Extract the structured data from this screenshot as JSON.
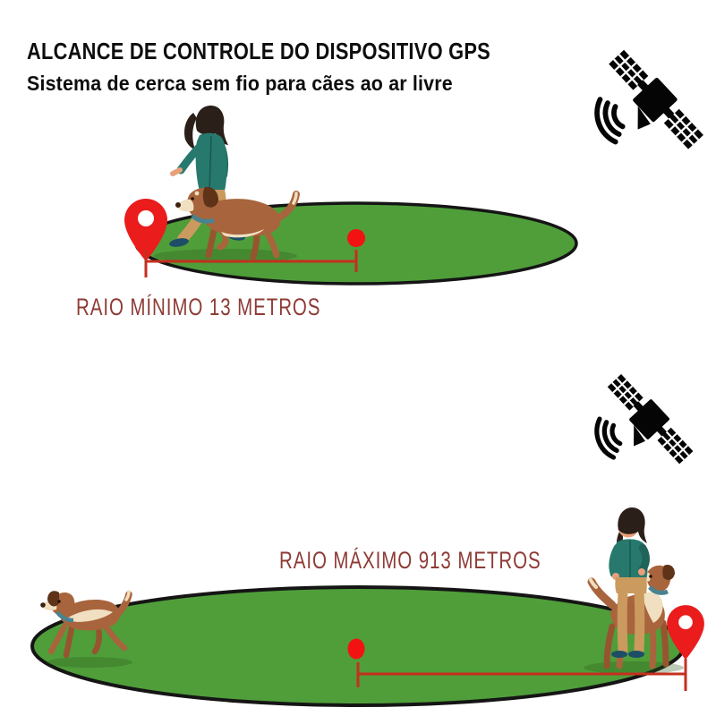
{
  "header": {
    "title": "ALCANCE DE CONTROLE DO DISPOSITIVO GPS",
    "subtitle": "Sistema de cerca sem fio para cães ao ar livre"
  },
  "scenes": {
    "min": {
      "range_label": "RAIO MÍNIMO 13 METROS",
      "icons": [
        "satellite-icon",
        "location-pin-icon",
        "range-center-dot",
        "radius-measure-line"
      ],
      "illustrations": [
        "woman-walking-illustration",
        "dog-walking-illustration",
        "gps-fence-field"
      ]
    },
    "max": {
      "range_label": "RAIO MÁXIMO 913 METROS",
      "icons": [
        "satellite-icon",
        "location-pin-icon",
        "range-center-dot",
        "radius-measure-line"
      ],
      "illustrations": [
        "dog-running-illustration",
        "dog-standing-illustration",
        "woman-standing-illustration",
        "gps-fence-field"
      ]
    }
  },
  "colors": {
    "field_green": "#4f9e3a",
    "field_outline": "#151515",
    "pin_red": "#ea1c1c",
    "dot_red": "#f31212",
    "measure_line_red": "#c52f1f",
    "label_maroon": "#8e3b36",
    "title_ink": "#0d0d0d"
  }
}
